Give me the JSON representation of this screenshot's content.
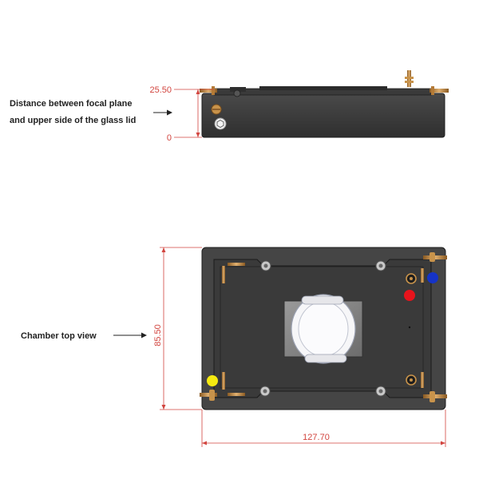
{
  "annotations": {
    "side_label_line1": "Distance between focal plane",
    "side_label_line2": "and upper side of the glass lid",
    "top_label": "Chamber top view"
  },
  "dimensions": {
    "height_top": "25.50",
    "height_zero": "0",
    "depth": "85.50",
    "width": "127.70"
  },
  "colors": {
    "dimension_line": "#d2453f",
    "body": "#3e3e3e",
    "body_dark": "#2a2a2a",
    "brass": "#c8934b",
    "marker_red": "#e8141c",
    "marker_blue": "#1533c7",
    "marker_yellow": "#f6ea10"
  }
}
